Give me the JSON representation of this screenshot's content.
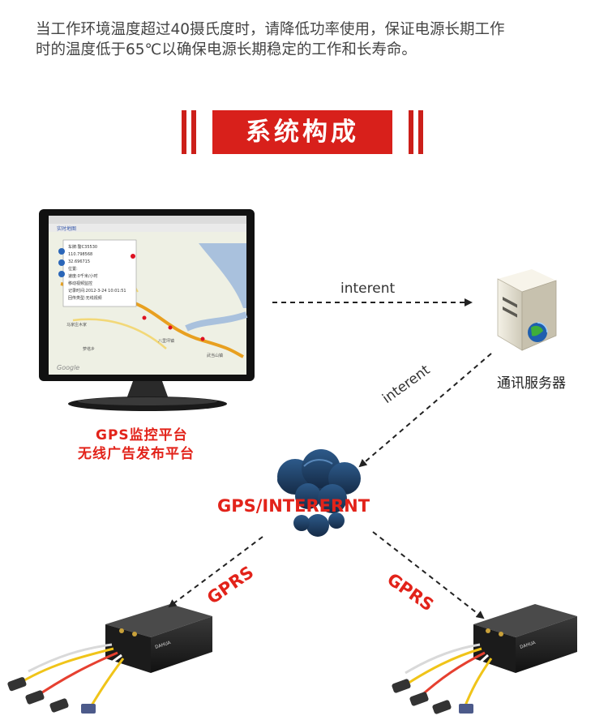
{
  "intro": {
    "line1": "当工作环境温度超过40摄氏度时，请降低功率使用，保证电源长期工作",
    "line2": "时的温度低于65℃以确保电源长期稳定的工作和长寿命。"
  },
  "section_title": "系统构成",
  "monitor": {
    "caption_line1": "GPS监控平台",
    "caption_line2": "无线广告发布平台",
    "map_header": "实时地图",
    "popup_lines": [
      "车牌:警C35530",
      "110.798568",
      "32.696715",
      "位置:",
      "速度:0千米/小时",
      "移动视频监控",
      "记录时间:2012-3-24 10:01:51",
      "回传类型:无线视频"
    ],
    "map_places": [
      "马家庄木家",
      "萝塔乡",
      "八里坪镇",
      "武当山镇"
    ],
    "map_logo": "Google"
  },
  "server": {
    "label": "通讯服务器"
  },
  "cloud": {
    "label": "GPS/INTERERNT"
  },
  "links": {
    "monitor_server": "interent",
    "server_cloud": "interent",
    "cloud_left": "GPRS",
    "cloud_right": "GPRS"
  },
  "device": {
    "brand": "DAHUA"
  },
  "colors": {
    "accent_red": "#e2231a",
    "banner_red": "#d8201b",
    "cloud_blue": "#1f3c63"
  }
}
